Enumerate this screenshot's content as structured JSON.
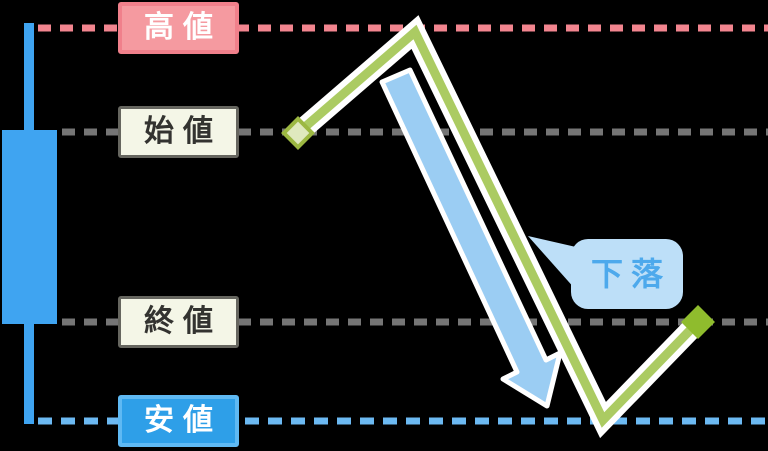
{
  "figure": {
    "kind": "candlestick-anatomy-diagram",
    "path_sequence": [
      "始値",
      "高値",
      "安値",
      "終値"
    ],
    "trend": "下落"
  },
  "labels": {
    "high": "高値",
    "open": "始値",
    "close": "終値",
    "low": "安値",
    "decline": "下落"
  },
  "colors": {
    "background": "#000000",
    "candle": "#3FA4F1",
    "high_line": "#F2858F",
    "open_line": "#757575",
    "close_line": "#757575",
    "low_line": "#6CB9F2",
    "path_line": "#ABCB62",
    "path_outline": "#FFFFFF",
    "start_marker_fill": "#DFE9BE",
    "start_marker_border": "#9CB842",
    "end_marker_fill": "#8FBC2D",
    "arrow_fill": "#9BCDF3",
    "bubble_bg": "#BDDFF8",
    "bubble_text": "#4DA9EC",
    "high_label_bg": "#F59AA0",
    "high_label_border": "#F0808B",
    "low_label_bg": "#2E9FE8",
    "low_label_border": "#5FB9F3",
    "neutral_label_bg": "#F4F6E7",
    "neutral_label_border": "#66665F",
    "neutral_label_text": "#333330",
    "label_text_light": "#FFFFFF"
  }
}
